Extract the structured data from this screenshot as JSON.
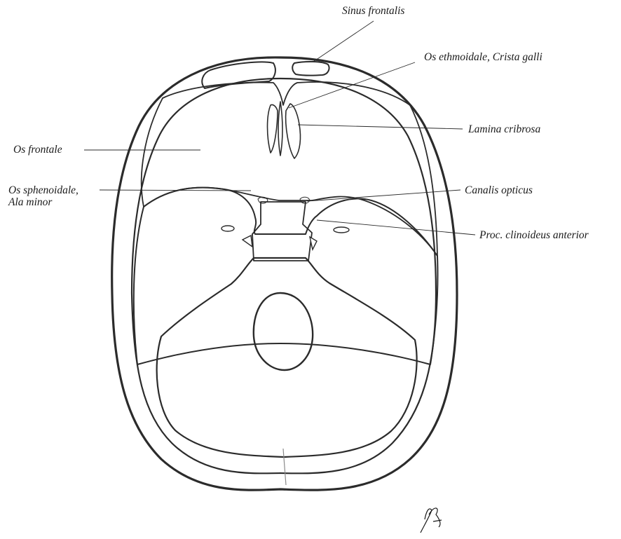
{
  "diagram": {
    "colors": {
      "background": "#ffffff",
      "outline": "#2b2b2b",
      "bone_shell": "#f1f1f1",
      "anterior_fossa": "#b9c4d2",
      "middle_fossa": "#d6dde6",
      "posterior_fossa": "#b3b3b3",
      "sella": "#cfd8e0",
      "sinus": "#8e8e8e"
    },
    "labels": {
      "sinus_frontalis": "Sinus frontalis",
      "os_ethmoidale": "Os ethmoidale, Crista galli",
      "lamina_cribrosa": "Lamina cribrosa",
      "os_frontale": "Os frontale",
      "os_sphenoidale_line1": "Os sphenoidale,",
      "os_sphenoidale_line2": "Ala minor",
      "canalis_opticus": "Canalis opticus",
      "proc_clinoideus": "Proc. clinoideus anterior"
    },
    "signature_icon": "artist-signature-icon"
  }
}
